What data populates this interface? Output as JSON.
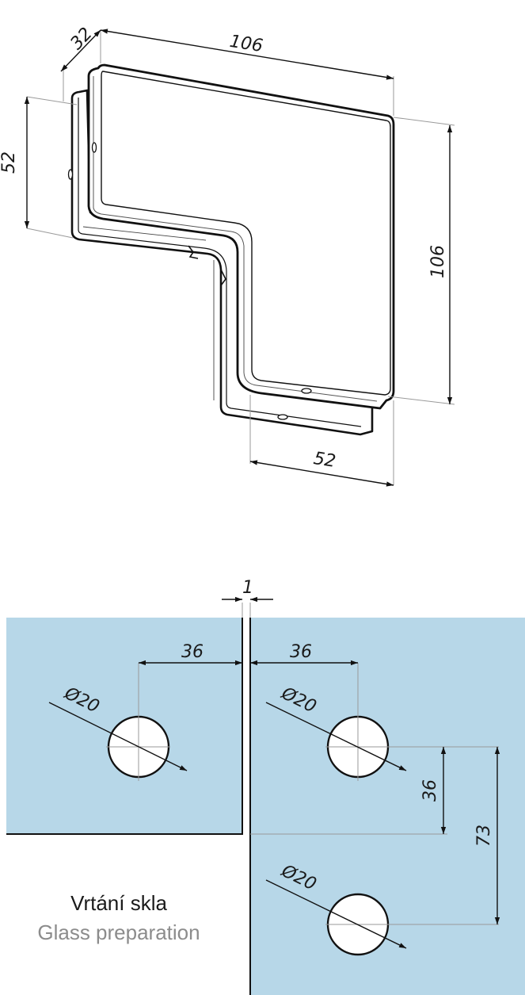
{
  "colors": {
    "glass": "#b7d7e8",
    "line": "#111111",
    "caption_primary": "#1a1a1a",
    "caption_secondary": "#8c8c8c"
  },
  "fitting": {
    "dim_depth": "32",
    "dim_top_width": "106",
    "dim_side_height": "52",
    "dim_right_height": "106",
    "dim_bottom_width": "52"
  },
  "glass": {
    "gap": "1",
    "left_offset": "36",
    "left_hole_diameter": "Ø20",
    "right_offset": "36",
    "right_hole1_diameter": "Ø20",
    "vertical_offset": "36",
    "hole_spacing": "73",
    "right_hole2_diameter": "Ø20"
  },
  "caption": {
    "primary": "Vrtání skla",
    "secondary": "Glass preparation"
  }
}
